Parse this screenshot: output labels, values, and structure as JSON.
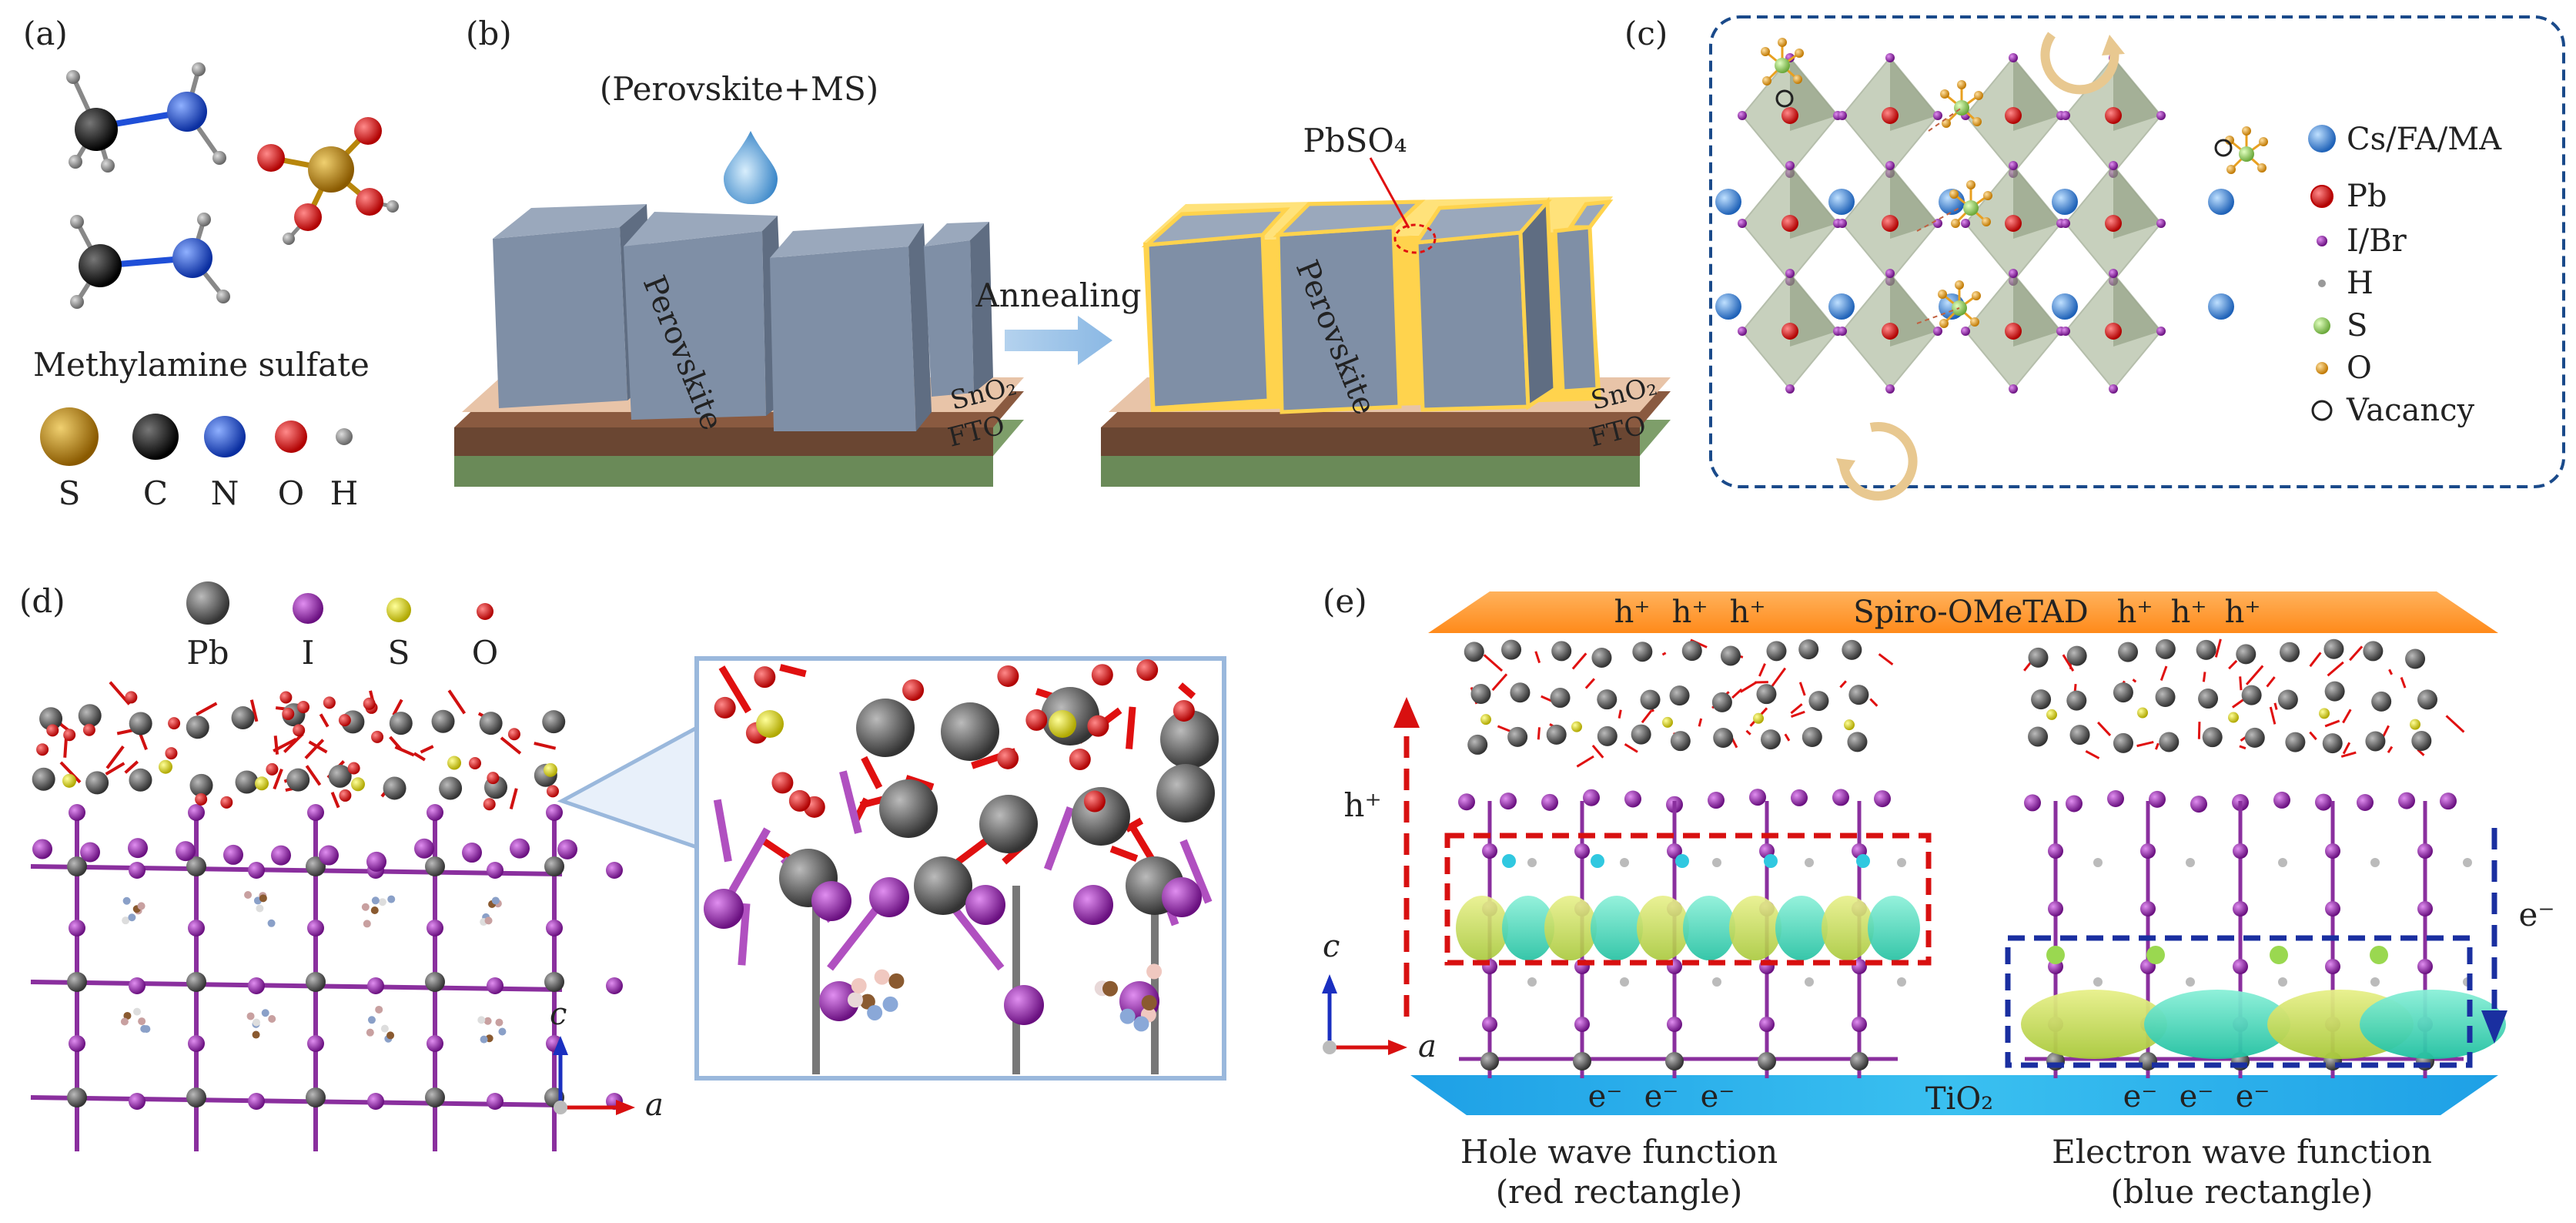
{
  "panel_a": {
    "label": "(a)",
    "caption": "Methylamine sulfate",
    "legend": [
      {
        "name": "S",
        "color": "#b8860b"
      },
      {
        "name": "C",
        "color": "#111111"
      },
      {
        "name": "N",
        "color": "#1f4fd8"
      },
      {
        "name": "O",
        "color": "#e01010"
      },
      {
        "name": "H",
        "color": "#888888"
      }
    ]
  },
  "panel_b": {
    "label": "(b)",
    "precursor": "(Perovskite+MS)",
    "arrow_label": "Annealing",
    "grain_label": "Perovskite",
    "pbso4_label": "PbSO₄",
    "sno2_label": "SnO₂",
    "fto_label": "FTO",
    "colors": {
      "grain": "#7f8fa6",
      "pbso4": "#ffd34d",
      "sno2": "#d9a98a",
      "fto": "#7e9e6a"
    }
  },
  "panel_c": {
    "label": "(c)",
    "legend": [
      {
        "name": "Cs/FA/MA",
        "color": "#2f80d8",
        "icon": "blue-sphere"
      },
      {
        "name": "Pb",
        "color": "#e01010",
        "icon": "red-sphere"
      },
      {
        "name": "I/Br",
        "color": "#9a3fbf",
        "icon": "purple-dot"
      },
      {
        "name": "H",
        "color": "#999999",
        "icon": "grey-dot"
      },
      {
        "name": "S",
        "color": "#8fd14f",
        "icon": "green-sphere"
      },
      {
        "name": "O",
        "color": "#e8a020",
        "icon": "orange-dot"
      },
      {
        "name": "Vacancy",
        "color": "#222222",
        "icon": "open-circle"
      }
    ]
  },
  "panel_d": {
    "label": "(d)",
    "legend": [
      {
        "name": "Pb",
        "color": "#5a5a5a"
      },
      {
        "name": "I",
        "color": "#9a2fae"
      },
      {
        "name": "S",
        "color": "#e6e020"
      },
      {
        "name": "O",
        "color": "#e01010"
      }
    ],
    "axis_c": "c",
    "axis_a": "a"
  },
  "panel_e": {
    "label": "(e)",
    "top_layer": "Spiro-OMeTAD",
    "bottom_layer": "TiO₂",
    "hole_sym": "h⁺",
    "electron_sym": "e⁻",
    "left_caption_1": "Hole wave function",
    "left_caption_2": "(red rectangle)",
    "right_caption_1": "Electron wave function",
    "right_caption_2": "(blue rectangle)",
    "axis_c": "c",
    "axis_a": "a",
    "colors": {
      "hole": "#e01010",
      "electron": "#1a2fa0"
    }
  }
}
